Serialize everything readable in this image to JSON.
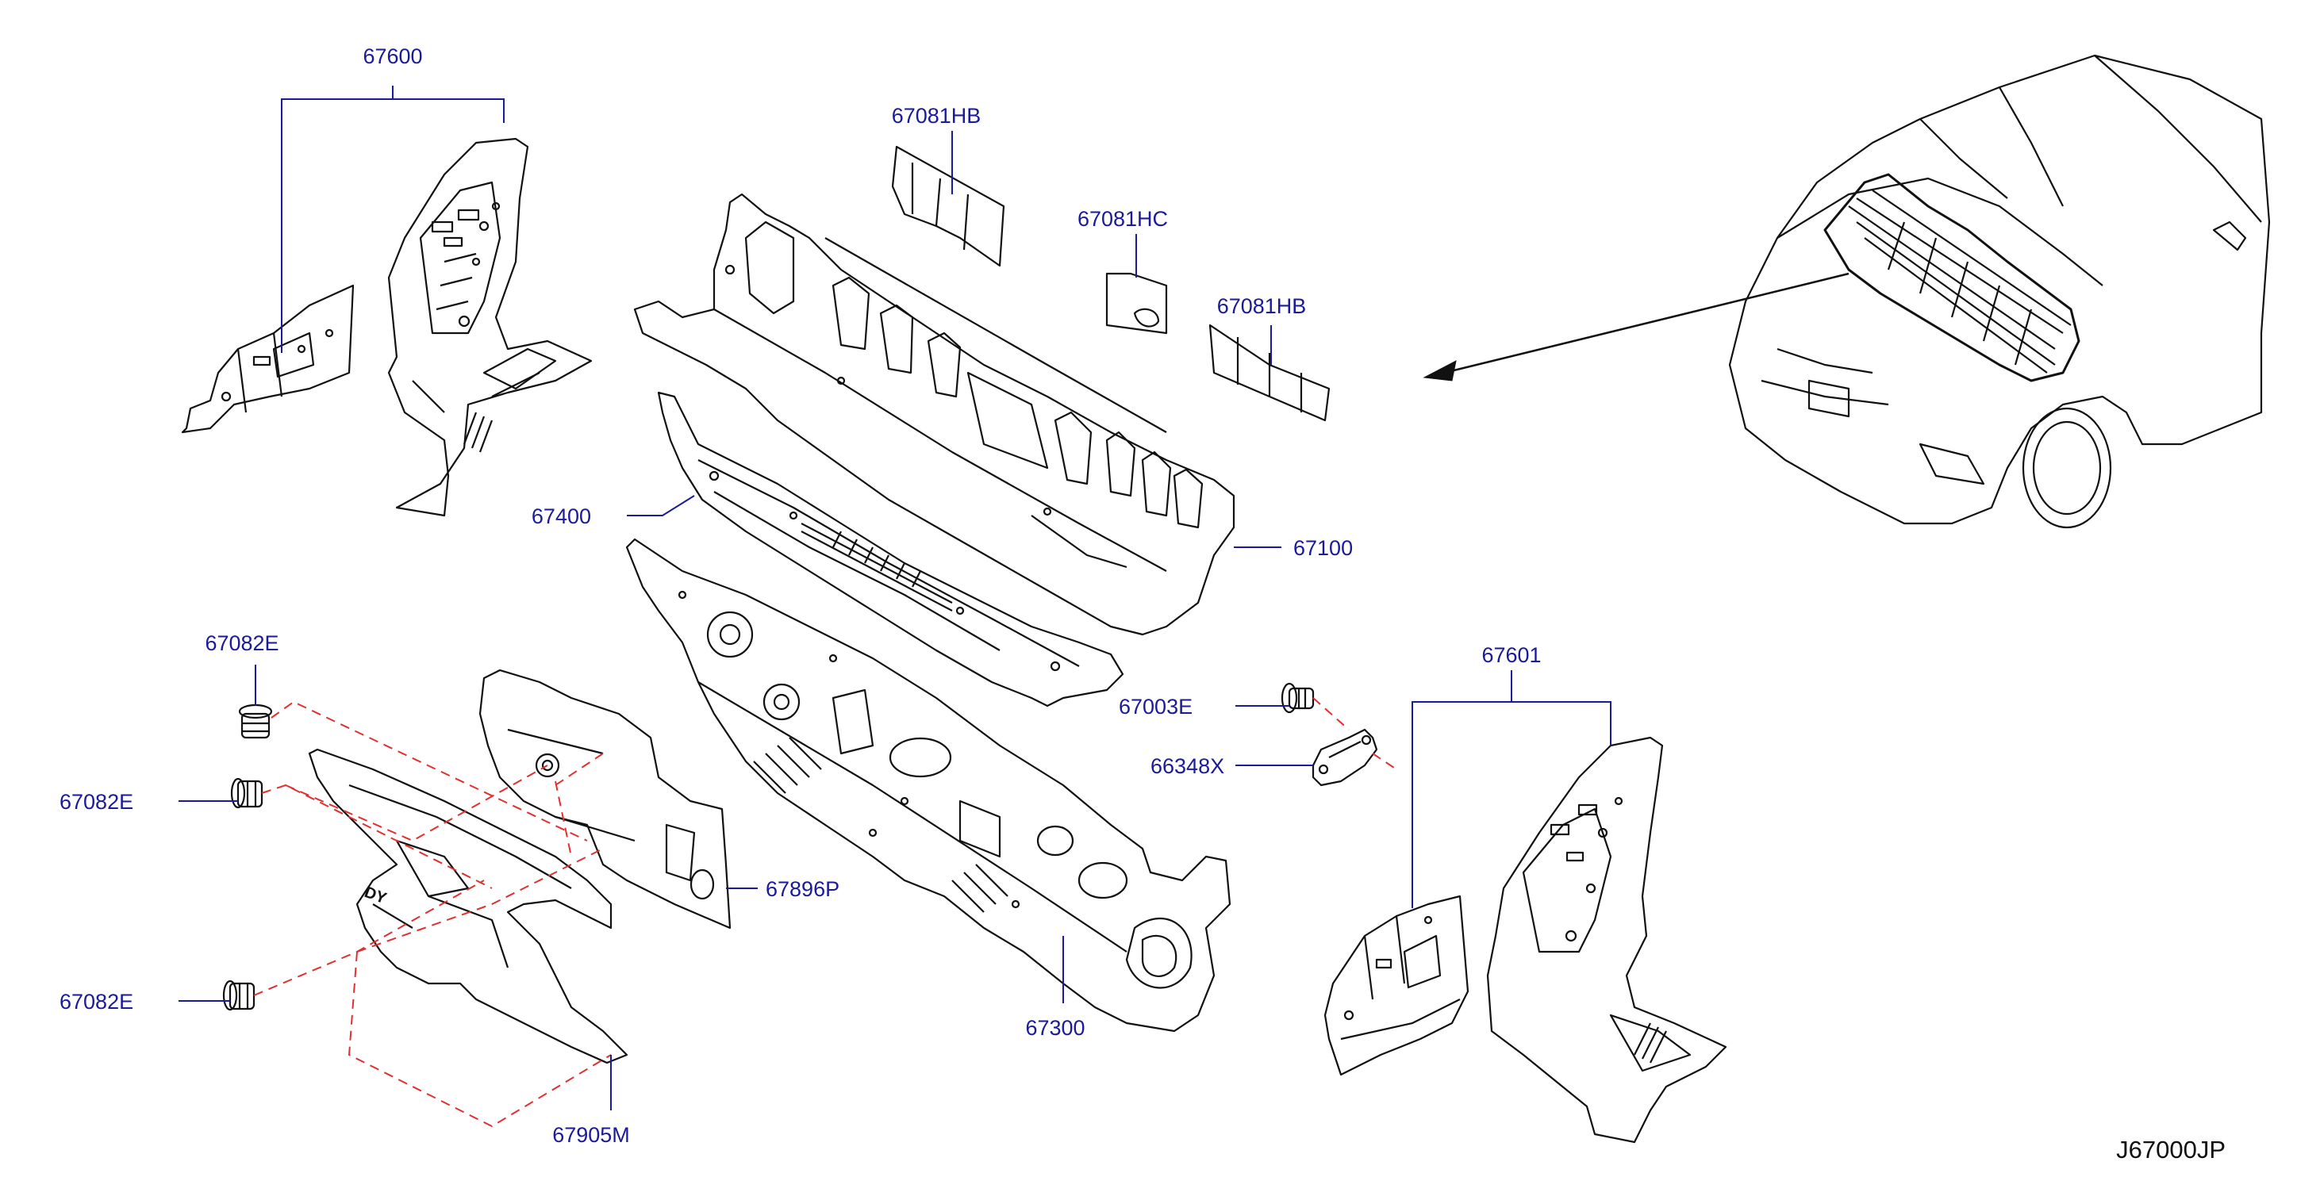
{
  "colors": {
    "callout_text": "#1a1a9a",
    "leader_line": "#1a1a9a",
    "drawing_line": "#111111",
    "dashed_guide": "#e03030",
    "background": "#ffffff"
  },
  "callouts": {
    "c67600": "67600",
    "c67081HB_top": "67081HB",
    "c67081HC": "67081HC",
    "c67081HB_right": "67081HB",
    "c67400": "67400",
    "c67100": "67100",
    "c67082E_top": "67082E",
    "c67082E_mid": "67082E",
    "c67082E_bot": "67082E",
    "c67003E": "67003E",
    "c66348X": "66348X",
    "c67601": "67601",
    "c67896P": "67896P",
    "c67300": "67300",
    "c67905M": "67905M"
  },
  "diagram_id": "J67000JP",
  "stamp_text": "DY"
}
